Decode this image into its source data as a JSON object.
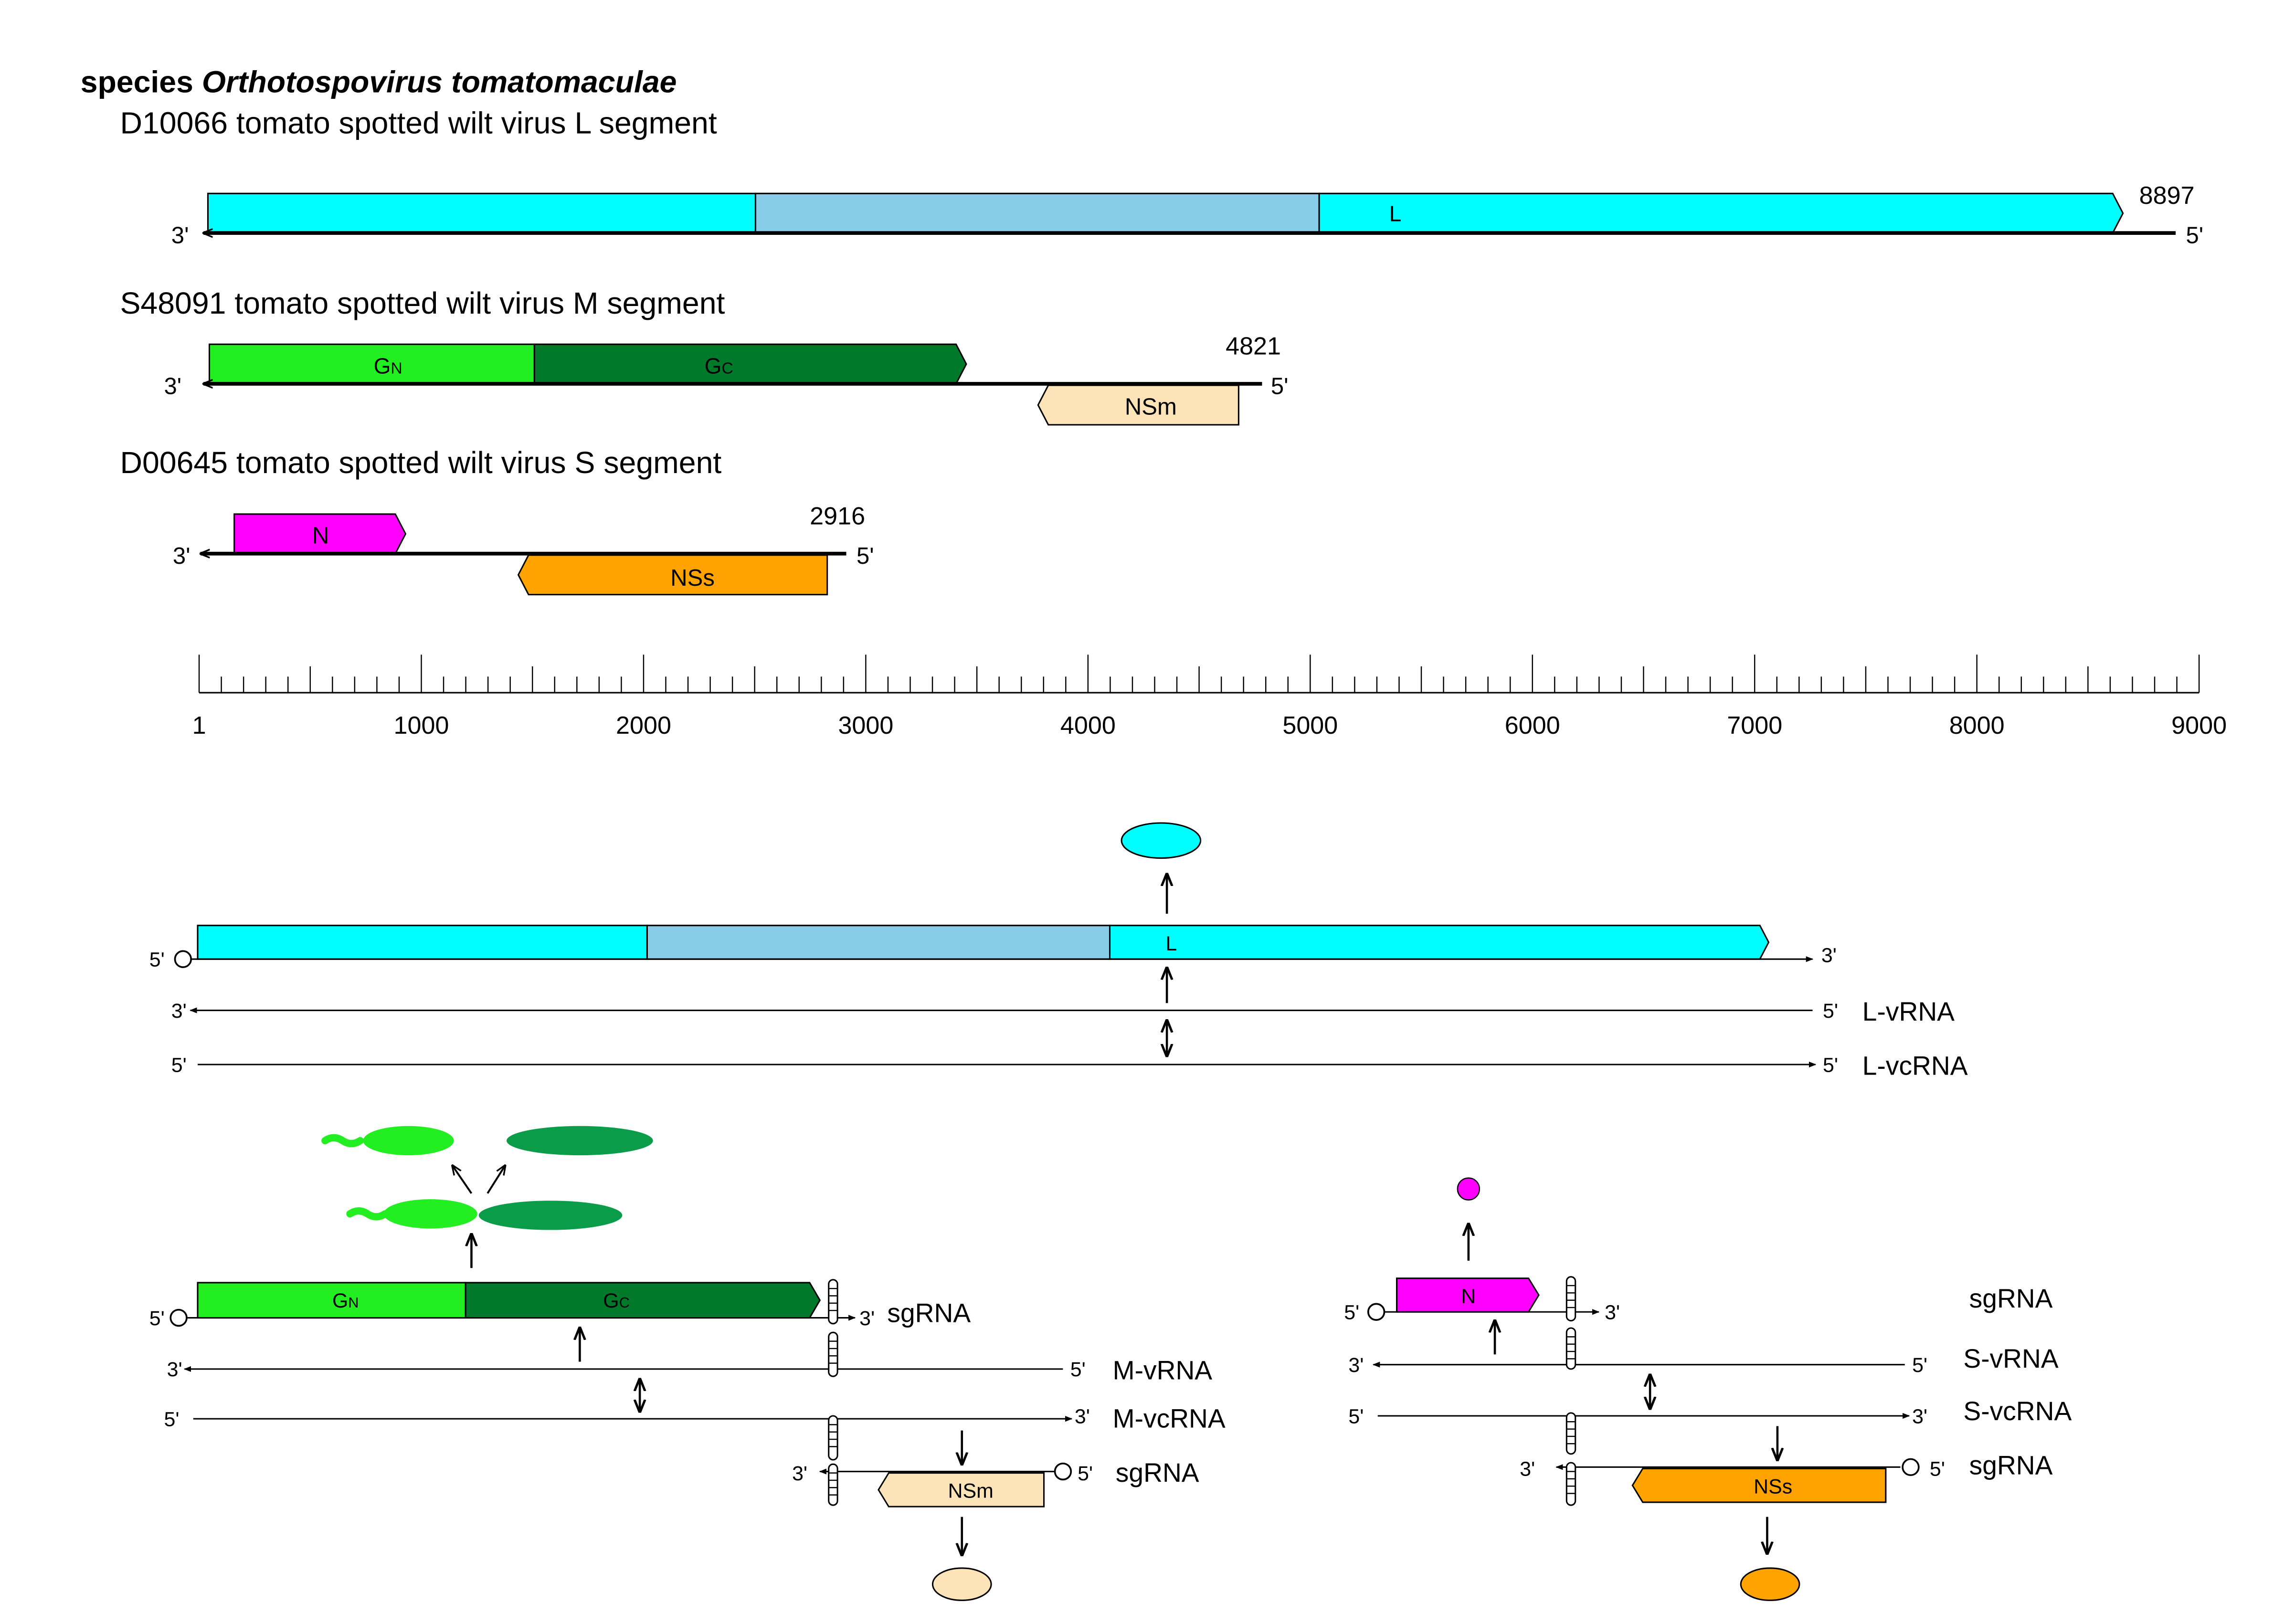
{
  "header": {
    "species_prefix": "species ",
    "species_name": "Orthotospovirus tomatomaculae",
    "l_title": "D10066 tomato spotted wilt virus L segment",
    "m_title": "S48091 tomato spotted wilt virus M segment",
    "s_title": "D00645 tomato spotted wilt virus S segment"
  },
  "colors": {
    "L": "#00FFFF",
    "L_mid": "#88CCE8",
    "GN": "#22EE22",
    "GC": "#007A2A",
    "GC_protein": "#0A9C48",
    "NSm": "#FDE3B8",
    "N": "#FF00FF",
    "NSs": "#FFA300"
  },
  "labels": {
    "three": "3'",
    "five": "5'",
    "L": "L",
    "GN": "G",
    "GN_sub": "N",
    "GC": "G",
    "GC_sub": "C",
    "NSm": "NSm",
    "N": "N",
    "NSs": "NSs",
    "sgRNA": "sgRNA",
    "L_vRNA": "L-vRNA",
    "L_vcRNA": "L-vcRNA",
    "M_vRNA": "M-vRNA",
    "M_vcRNA": "M-vcRNA",
    "S_vRNA": "S-vRNA",
    "S_vcRNA": "S-vcRNA"
  },
  "segments": {
    "L": {
      "length": 8897,
      "length_label": "8897"
    },
    "M": {
      "length": 4821,
      "length_label": "4821"
    },
    "S": {
      "length": 2916,
      "length_label": "2916"
    }
  },
  "scale": {
    "min": 1,
    "max": 9000,
    "tick_labels": [
      "1",
      "1000",
      "2000",
      "3000",
      "4000",
      "5000",
      "6000",
      "7000",
      "8000",
      "9000"
    ]
  }
}
